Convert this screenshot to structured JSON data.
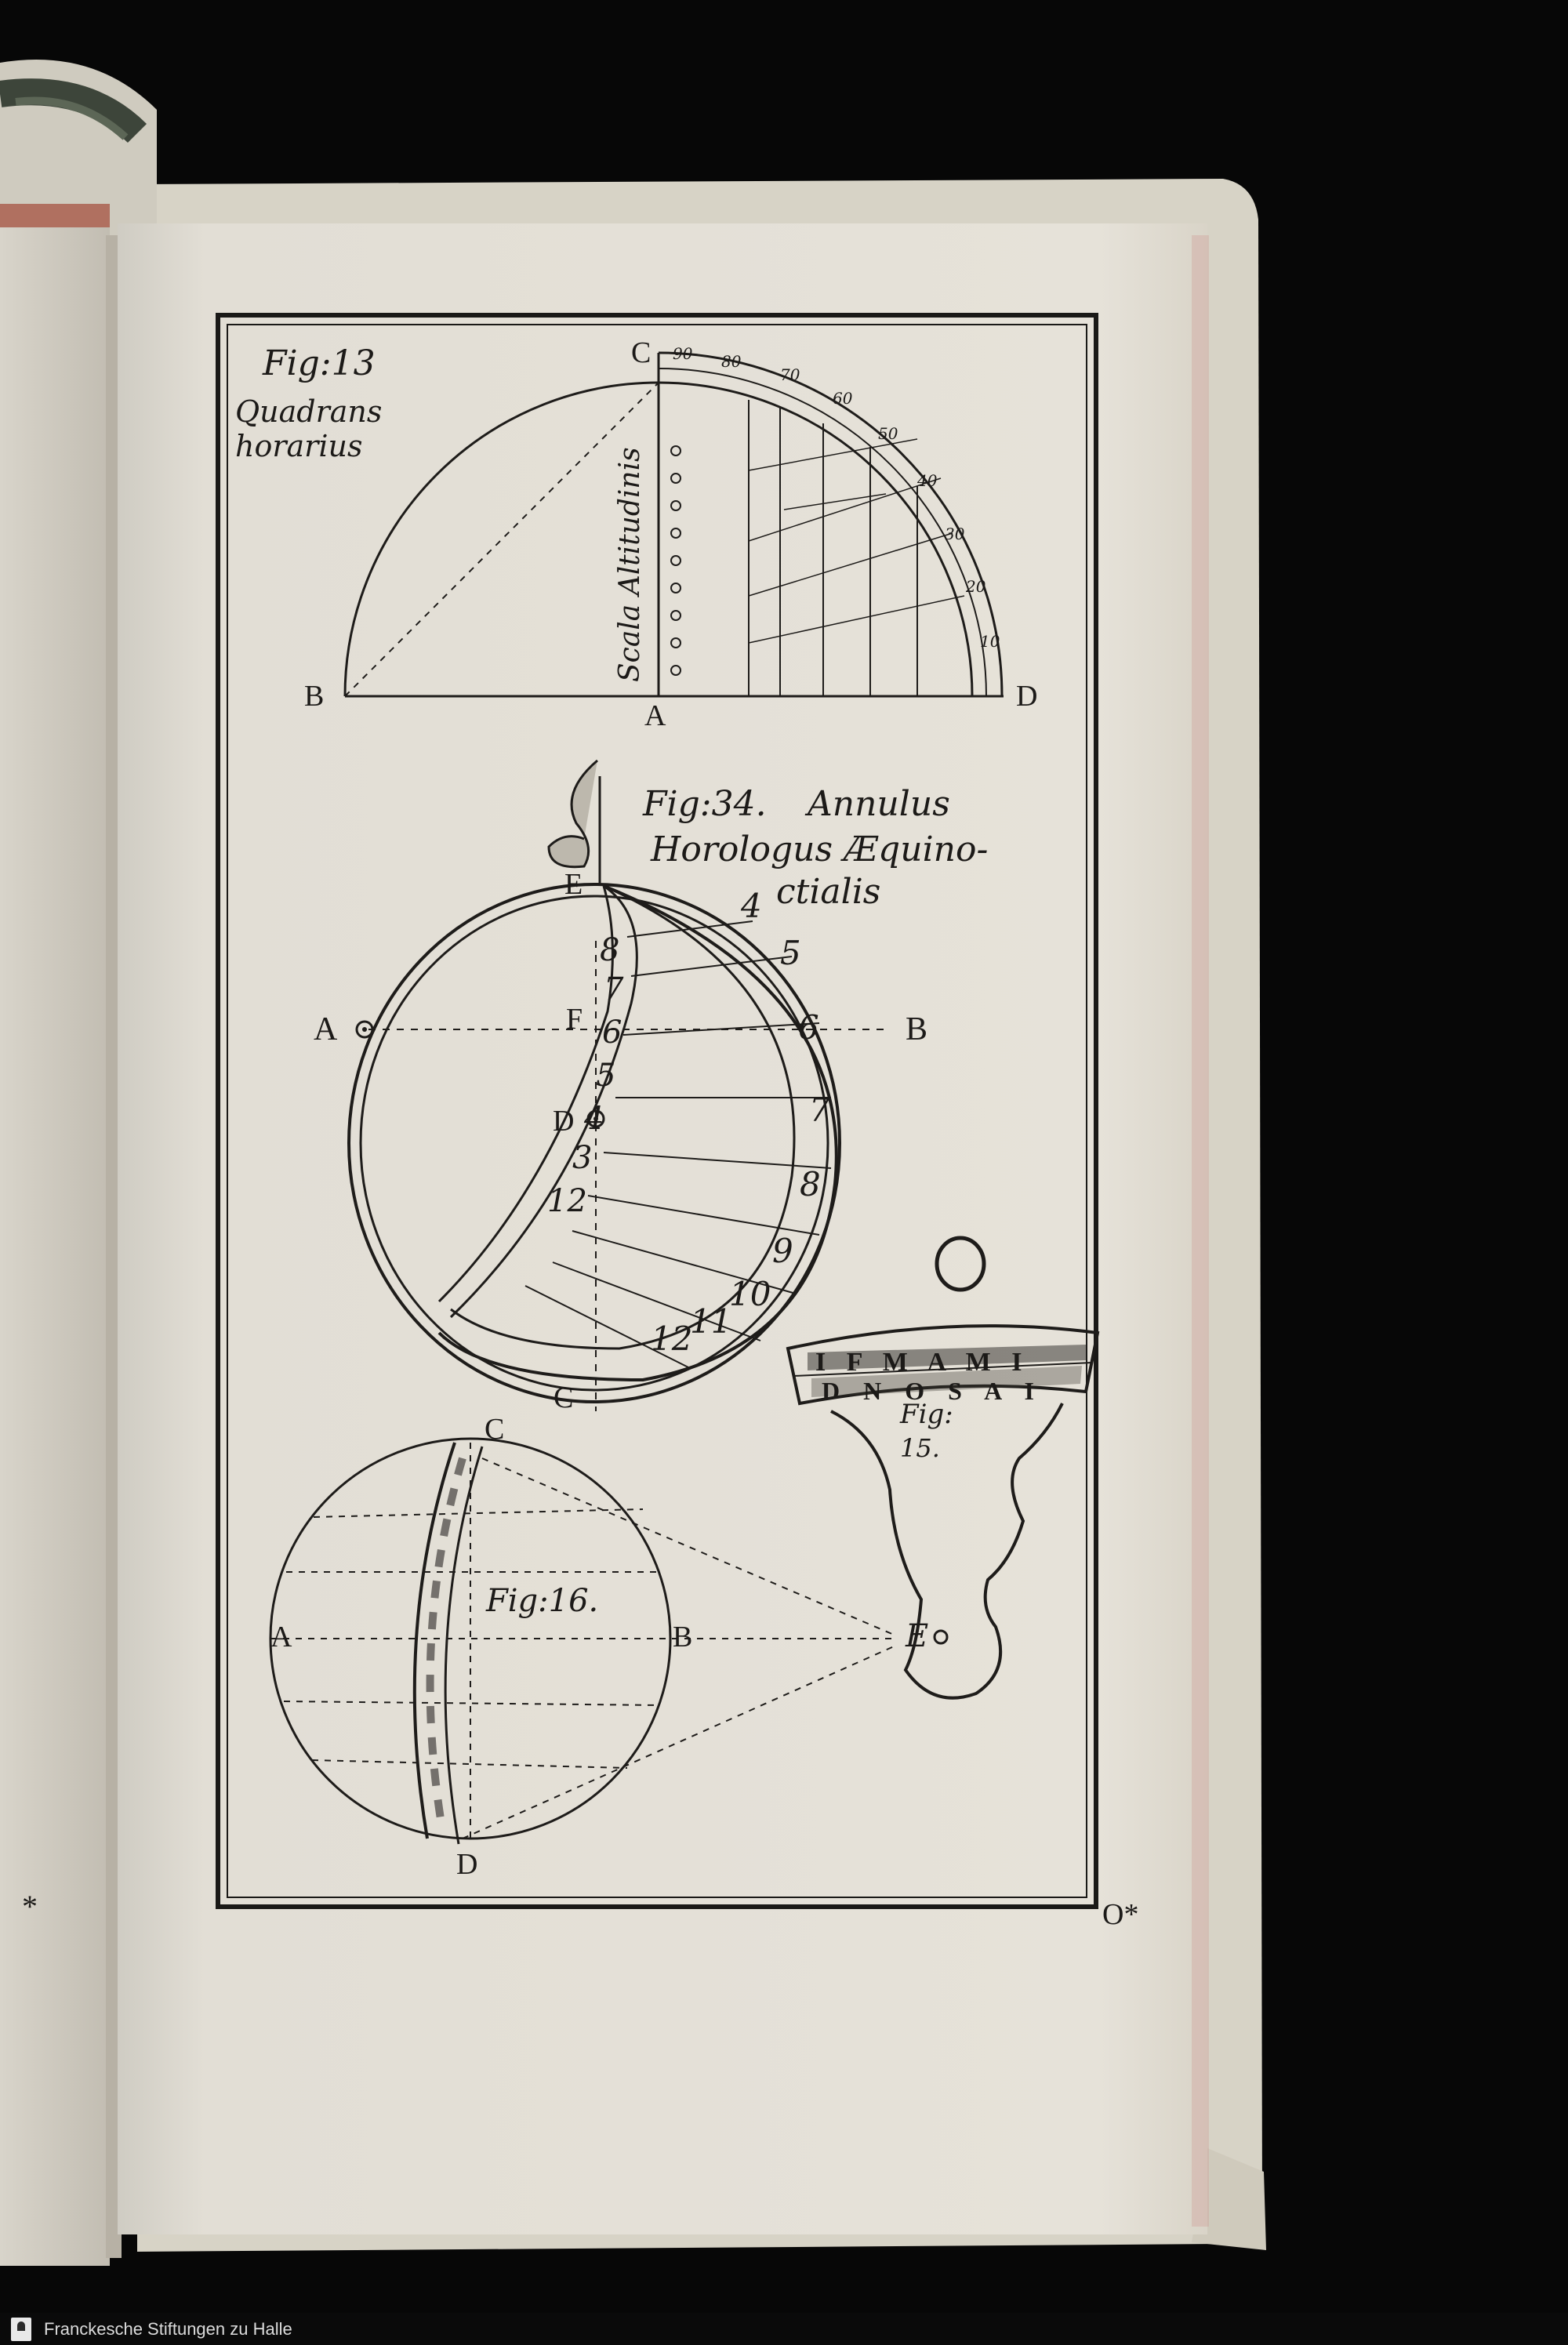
{
  "fig13": {
    "title": "Fig:13",
    "caption_line1": "Quadrans",
    "caption_line2": "horarius",
    "scale_label": "Scala Altitudinis",
    "points": {
      "C": "C",
      "B": "B",
      "D": "D",
      "A": "A"
    },
    "arc_ticks": [
      "90",
      "80",
      "70",
      "60",
      "50",
      "40",
      "30",
      "20",
      "10"
    ]
  },
  "fig34": {
    "title": "Fig:34.",
    "caption_line1": "Annulus",
    "caption_line2": "Horologus Æquino-",
    "caption_line3": "ctialis",
    "points": {
      "E": "E",
      "A": "A",
      "F": "F",
      "B": "B",
      "D": "D",
      "C": "C"
    },
    "inner_hours": [
      "8",
      "7",
      "6",
      "5",
      "4",
      "3",
      "12"
    ],
    "outer_hours": [
      "4",
      "5",
      "6",
      "7",
      "8",
      "9",
      "10",
      "11",
      "12"
    ]
  },
  "fig15": {
    "title": "Fig:",
    "number": "15.",
    "months_top": "I F M A M I",
    "months_bottom": "D N O S A I",
    "point": "E"
  },
  "fig16": {
    "title": "Fig:16.",
    "points": {
      "A": "A",
      "B": "B",
      "C": "C",
      "D": "D"
    }
  },
  "sheet_mark": "O*",
  "left_mark": "*",
  "footer": {
    "credit": "Franckesche Stiftungen zu Halle"
  }
}
